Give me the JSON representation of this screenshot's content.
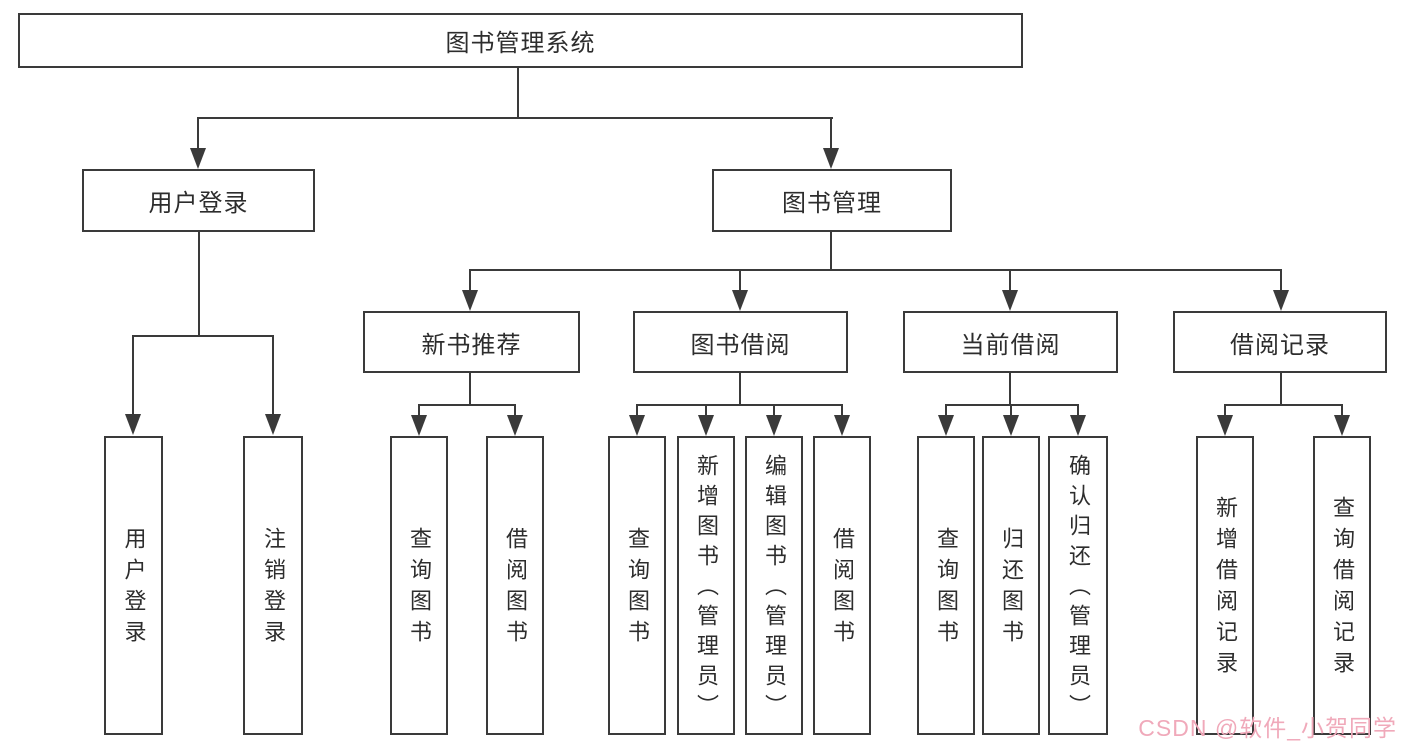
{
  "diagram": {
    "root": "图书管理系统",
    "level2": [
      "用户登录",
      "图书管理"
    ],
    "level3": [
      "新书推荐",
      "图书借阅",
      "当前借阅",
      "借阅记录"
    ],
    "leaves": {
      "user_login": [
        "用户登录",
        "注销登录"
      ],
      "new_book_recommend": [
        "查询图书",
        "借阅图书"
      ],
      "book_borrow": [
        "查询图书",
        "新增图书（管理员）",
        "编辑图书（管理员）",
        "借阅图书"
      ],
      "current_borrow": [
        "查询图书",
        "归还图书",
        "确认归还（管理员）"
      ],
      "borrow_record": [
        "新增借阅记录",
        "查询借阅记录"
      ]
    }
  },
  "watermark": "CSDN @软件_小贺同学",
  "colors": {
    "line": "#3a3a3a",
    "text": "#2d2d2d",
    "background": "#ffffff",
    "watermark": "#f0a9ba"
  }
}
